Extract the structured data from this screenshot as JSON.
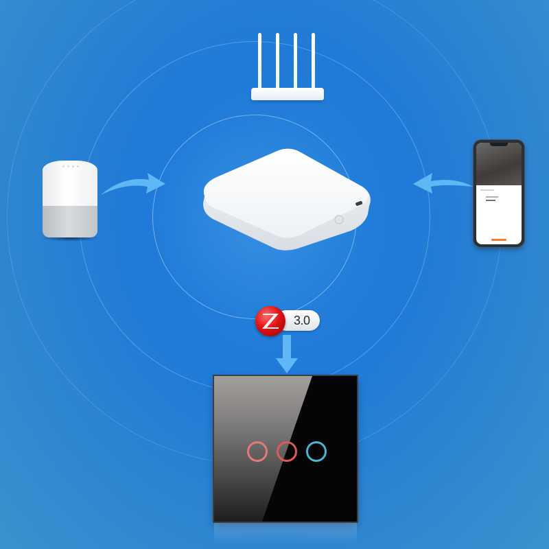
{
  "scene": {
    "title": "Zigbee gateway hub connection diagram",
    "background_color": "#1f7ad8"
  },
  "devices": {
    "router": {
      "label": "wifi-router",
      "antennas": 4
    },
    "smart_speaker": {
      "label": "smart-speaker"
    },
    "hub": {
      "label": "zigbee-gateway-hub"
    },
    "phone": {
      "label": "smartphone-app"
    },
    "switch": {
      "label": "touch-wall-switch",
      "buttons": [
        {
          "name": "switch-button-1",
          "color": "#e27a7a"
        },
        {
          "name": "switch-button-2",
          "color": "#dc5a5a"
        },
        {
          "name": "switch-button-3",
          "color": "#4bb6d3"
        }
      ]
    }
  },
  "badge": {
    "icon": "zigbee-logo-icon",
    "version": "3.0",
    "accent_color": "#e01414"
  },
  "arrows": {
    "color": "#5fb8f5",
    "items": [
      "speaker-to-hub",
      "phone-to-hub",
      "hub-to-switch"
    ]
  }
}
